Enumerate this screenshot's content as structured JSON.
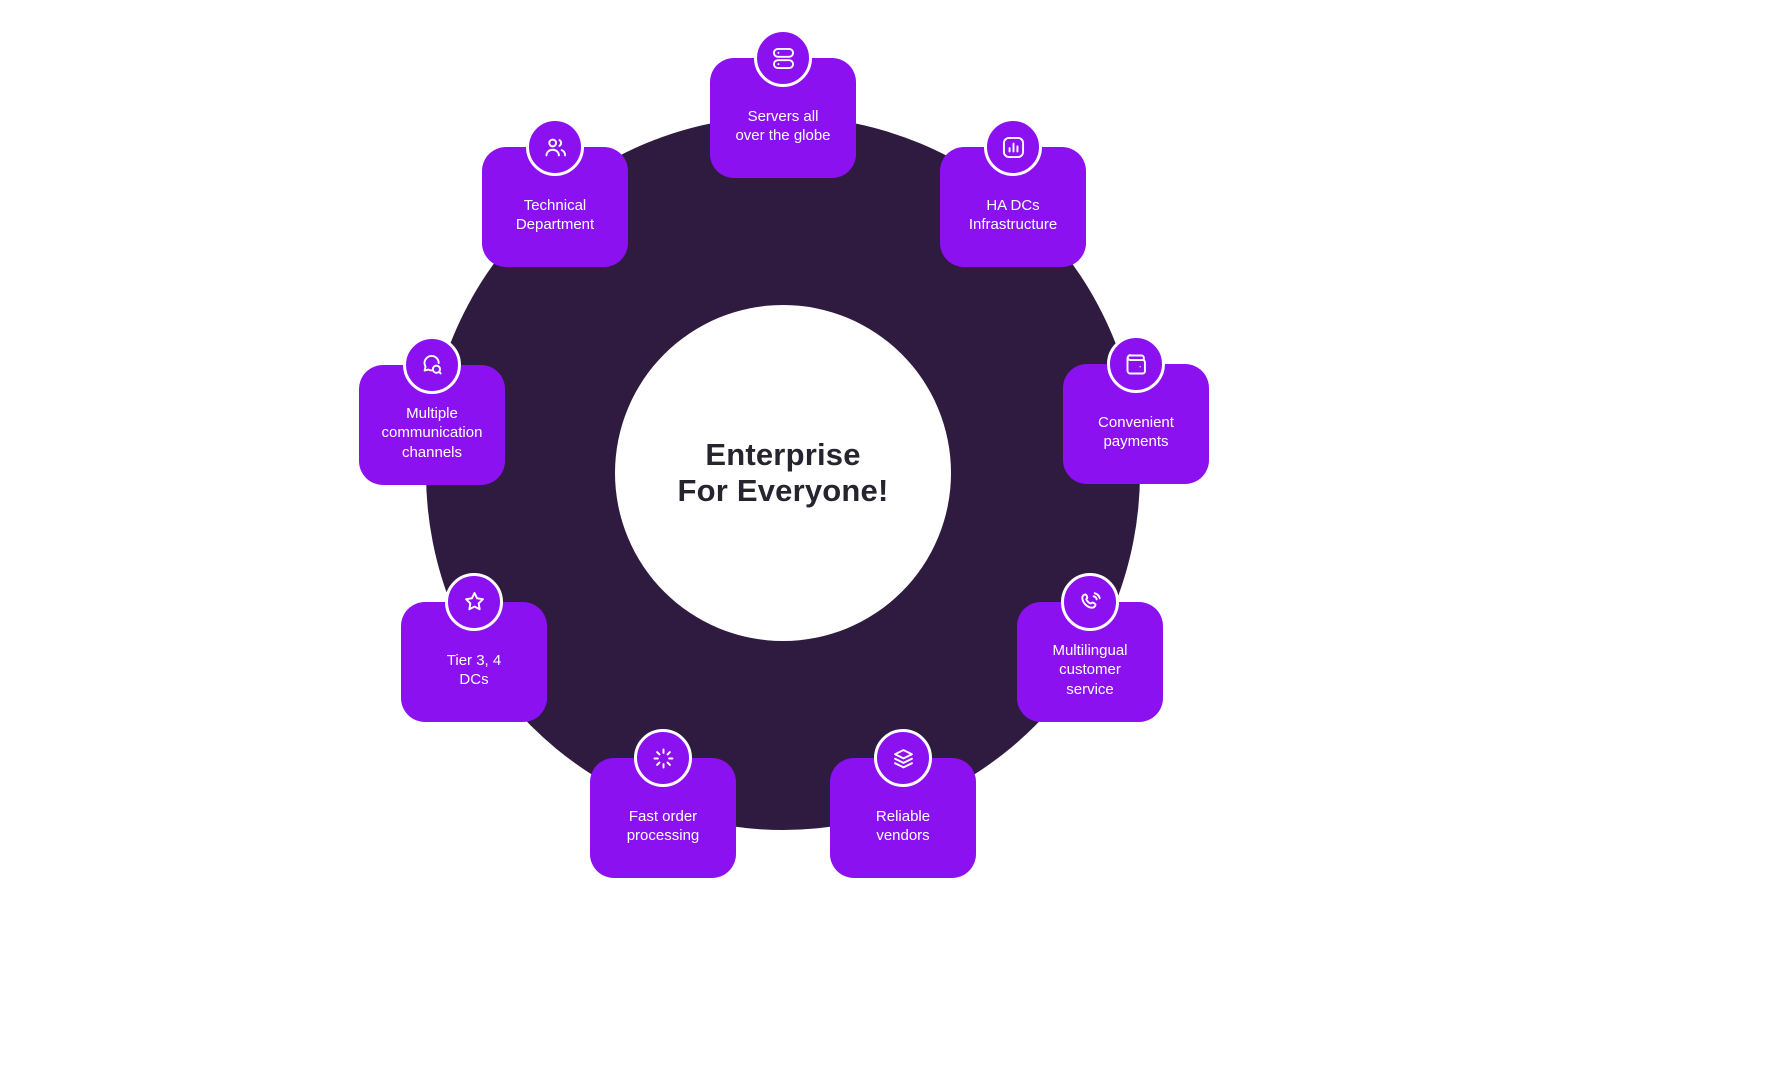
{
  "center": {
    "title_line1": "Enterprise",
    "title_line2": "For Everyone!"
  },
  "cards": [
    {
      "label": "Servers all\nover the globe",
      "icon": "servers-icon"
    },
    {
      "label": "Technical\nDepartment",
      "icon": "users-icon"
    },
    {
      "label": "HA DCs\nInfrastructure",
      "icon": "bar-chart-icon"
    },
    {
      "label": "Multiple\ncommunication\nchannels",
      "icon": "chat-search-icon"
    },
    {
      "label": "Convenient\npayments",
      "icon": "wallet-icon"
    },
    {
      "label": "Tier 3, 4\nDCs",
      "icon": "star-icon"
    },
    {
      "label": "Multilingual\ncustomer\nservice",
      "icon": "phone-icon"
    },
    {
      "label": "Fast order\nprocessing",
      "icon": "spinner-icon"
    },
    {
      "label": "Reliable\nvendors",
      "icon": "layers-icon"
    }
  ],
  "colors": {
    "card": "#8C11F0",
    "ring": "#2F1B40",
    "title": "#26242E",
    "label": "#FFFFFF",
    "bg": "#FFFFFF"
  }
}
